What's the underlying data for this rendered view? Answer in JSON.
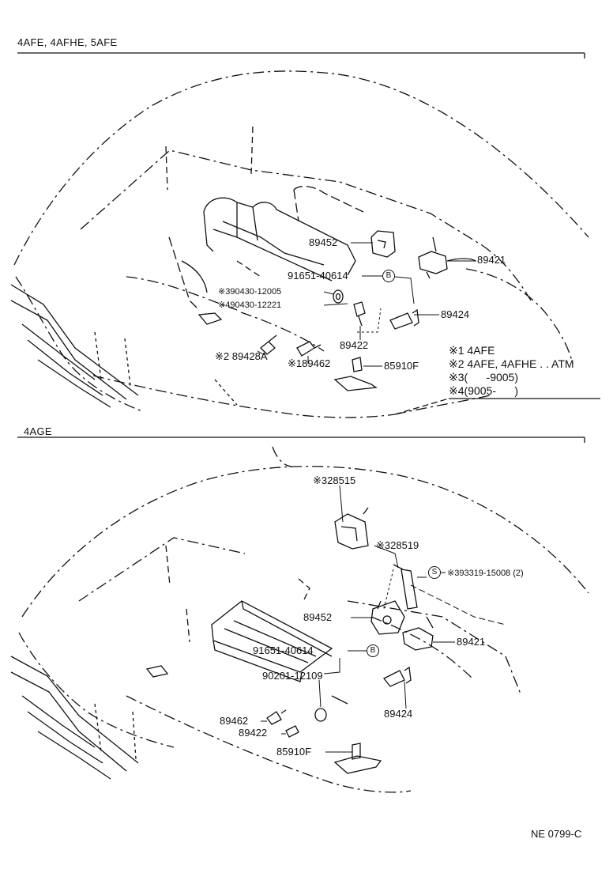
{
  "sections": {
    "top": {
      "title": "4AFE, 4AFHE, 5AFE"
    },
    "bottom": {
      "title": "4AGE"
    }
  },
  "top_labels": {
    "p89452": "89452",
    "p89421": "89421",
    "p91651": "91651-40614",
    "p90430a": "※390430-12005",
    "p90430b": "※490430-12221",
    "p89424": "89424",
    "p89422": "89422",
    "p89428a": "※2 89428A",
    "p89462": "※189462",
    "p85910f": "85910F",
    "ref_b": "B"
  },
  "notes": [
    {
      "mark": "※1",
      "text": "4AFE"
    },
    {
      "mark": "※2",
      "text": "4AFE, 4AFHE . . ATM"
    },
    {
      "mark": "※3",
      "text": "(      -9005)"
    },
    {
      "mark": "※4",
      "text": "(9005-      )"
    }
  ],
  "bottom_labels": {
    "p28515": "※328515",
    "p28519": "※328519",
    "p93319": "※393319-15008 (2)",
    "ref_s": "S",
    "p89452": "89452",
    "p89421": "89421",
    "p91651": "91651-40614",
    "ref_b": "B",
    "p90201": "90201-12109",
    "p89462": "89462",
    "p89422": "89422",
    "p89424": "89424",
    "p85910f": "85910F"
  },
  "footer": {
    "code": "NE 0799-C"
  }
}
